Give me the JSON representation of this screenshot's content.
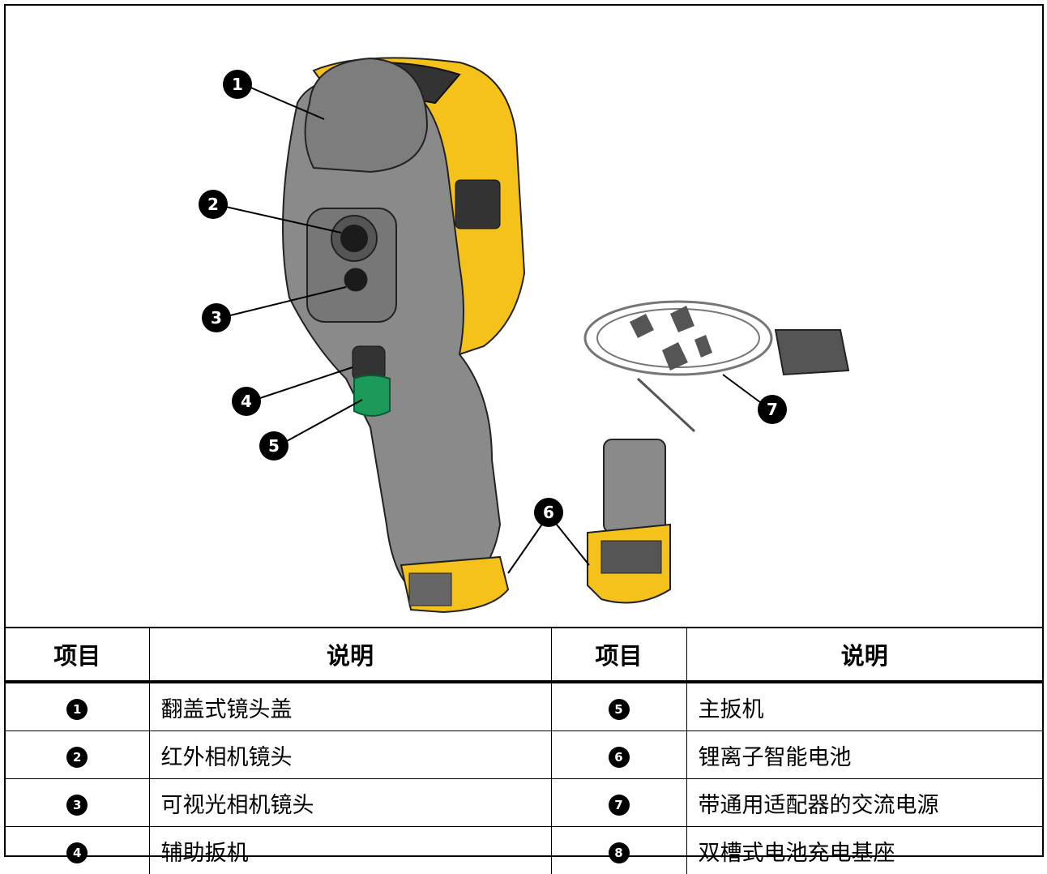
{
  "callouts": [
    "1",
    "2",
    "3",
    "4",
    "5",
    "6",
    "7"
  ],
  "table": {
    "headers": [
      "项目",
      "说明",
      "项目",
      "说明"
    ],
    "rows": [
      {
        "left_num": "1",
        "left_desc": "翻盖式镜头盖",
        "right_num": "5",
        "right_desc": "主扳机"
      },
      {
        "left_num": "2",
        "left_desc": "红外相机镜头",
        "right_num": "6",
        "right_desc": "锂离子智能电池"
      },
      {
        "left_num": "3",
        "left_desc": "可视光相机镜头",
        "right_num": "7",
        "right_desc": "带通用适配器的交流电源"
      },
      {
        "left_num": "4",
        "left_desc": "辅助扳机",
        "right_num": "8",
        "right_desc": "双槽式电池充电基座"
      }
    ]
  }
}
